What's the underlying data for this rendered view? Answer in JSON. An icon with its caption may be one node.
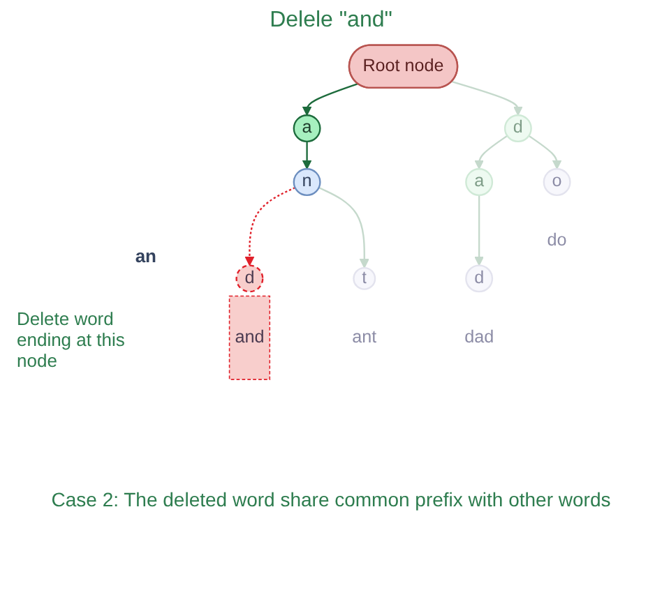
{
  "diagram": {
    "title": "Delele \"and\"",
    "caption": "Case 2: The deleted word share common prefix with other words",
    "nodes": [
      {
        "text": [
          "Root node"
        ]
      },
      {
        "text": [
          "a"
        ]
      },
      {
        "text": [
          "d"
        ]
      },
      {
        "text": [
          "n"
        ]
      },
      {
        "text": [
          "a"
        ]
      },
      {
        "text": [
          "o"
        ],
        "beside": [
          "do"
        ]
      },
      {
        "text": [
          "d"
        ],
        "beside": [
          "and"
        ]
      },
      {
        "text": [
          "t"
        ],
        "beside": [
          "ant"
        ]
      },
      {
        "text": [
          "d"
        ],
        "beside": [
          "dad"
        ]
      }
    ],
    "edges": [
      {
        "from": 0,
        "to": 1,
        "arrow": "to",
        "color": "#1d6b3c"
      },
      {
        "from": 0,
        "to": 2,
        "arrow": "to"
      },
      {
        "from": 1,
        "to": 3,
        "arrow": "to",
        "color": "#1d6b3c"
      },
      {
        "from": 2,
        "to": 4,
        "arrow": "to"
      },
      {
        "from": 2,
        "to": 5,
        "arrow": "to"
      },
      {
        "from": 3,
        "to": 6,
        "arrow": "to",
        "style": "dashed",
        "color": "#e0202a"
      },
      {
        "from": 3,
        "to": 7,
        "arrow": "to"
      },
      {
        "from": 4,
        "to": 8,
        "arrow": "to"
      }
    ],
    "labels": [
      "an",
      "Delete word ending at this node"
    ]
  }
}
